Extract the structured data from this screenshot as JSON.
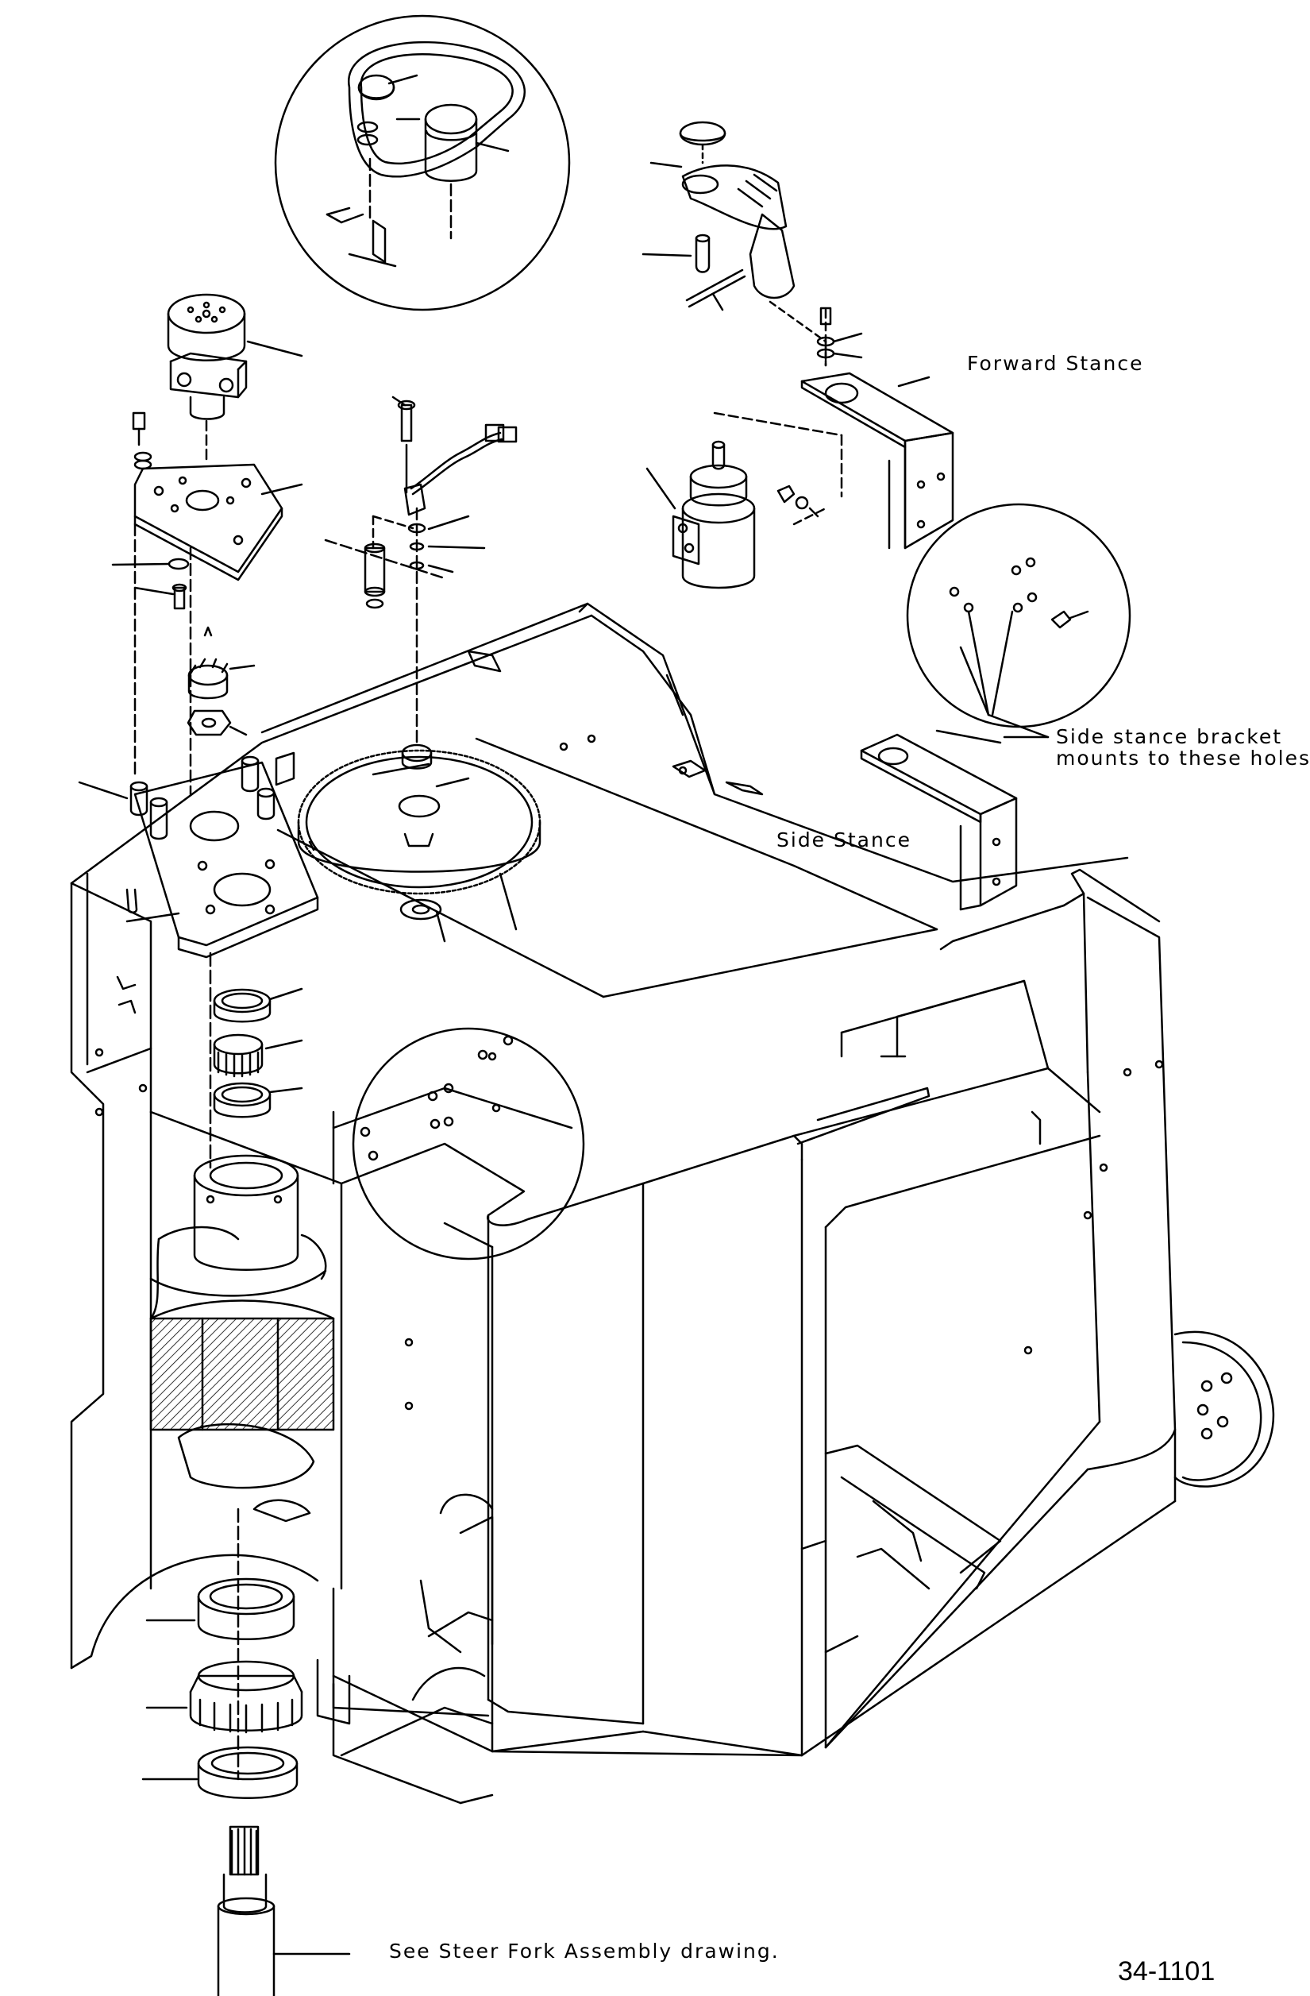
{
  "callouts": {
    "forward_stance": "Forward Stance",
    "side_stance_bracket_line1": "Side stance bracket",
    "side_stance_bracket_line2": "mounts to these holes.",
    "side_stance": "Side Stance",
    "steer_fork_note": "See Steer Fork Assembly drawing."
  },
  "drawing_number": "34-1101"
}
